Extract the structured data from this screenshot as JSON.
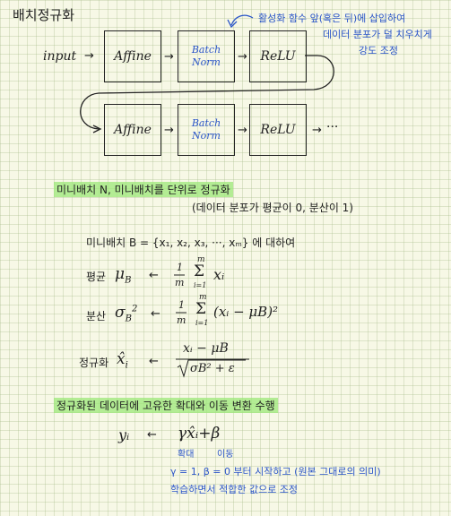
{
  "title": "배치정규화",
  "note": [
    "활성화 함수 앞(혹은 뒤)에 삽입하여",
    "데이터 분포가 덜 치우치게",
    "강도 조정"
  ],
  "network": {
    "input_label": "input",
    "affine": "Affine",
    "batch": "Batch",
    "norm": "Norm",
    "relu": "ReLU",
    "ellipsis": "···"
  },
  "section1": {
    "heading": "미니배치 N, 미니배치를 단위로 정규화",
    "sub": "(데이터 분포가 평균이 0, 분산이 1)",
    "minibatch_line": "미니배치 B = {x₁, x₂, x₃, ···, xₘ} 에 대하여",
    "mean_label": "평균",
    "mean_lhs": "μ",
    "mean_sub": "B",
    "var_label": "분산",
    "var_lhs": "σ",
    "var_sub": "B",
    "var_sup": "2",
    "norm_label": "정규화",
    "norm_lhs": "x̂",
    "norm_lhs_sub": "i",
    "norm_num": "xᵢ − μB",
    "norm_den": "σB² + ε",
    "frac_num": "1",
    "frac_den": "m",
    "sum_top": "m",
    "sum_bot": "i=1",
    "mean_rhs": "xᵢ",
    "var_rhs": "(xᵢ − μB)²"
  },
  "section2": {
    "heading": "정규화된 데이터에 고유한 확대와 이동 변환 수행",
    "lhs": "yᵢ",
    "rhs_gamma": "γ",
    "rhs_xhat": "x̂ᵢ",
    "rhs_plus": "+",
    "rhs_beta": "β",
    "gamma_note": "확대",
    "beta_note": "이동",
    "bottom1": "γ = 1, β = 0 부터 시작하고 (원본 그대로의 의미)",
    "bottom2": "학습하면서 적합한 값으로 조정"
  },
  "colors": {
    "ink": "#222222",
    "blue": "#2a55c8",
    "highlight": "#9ce878",
    "paper": "#f7f8e6"
  }
}
